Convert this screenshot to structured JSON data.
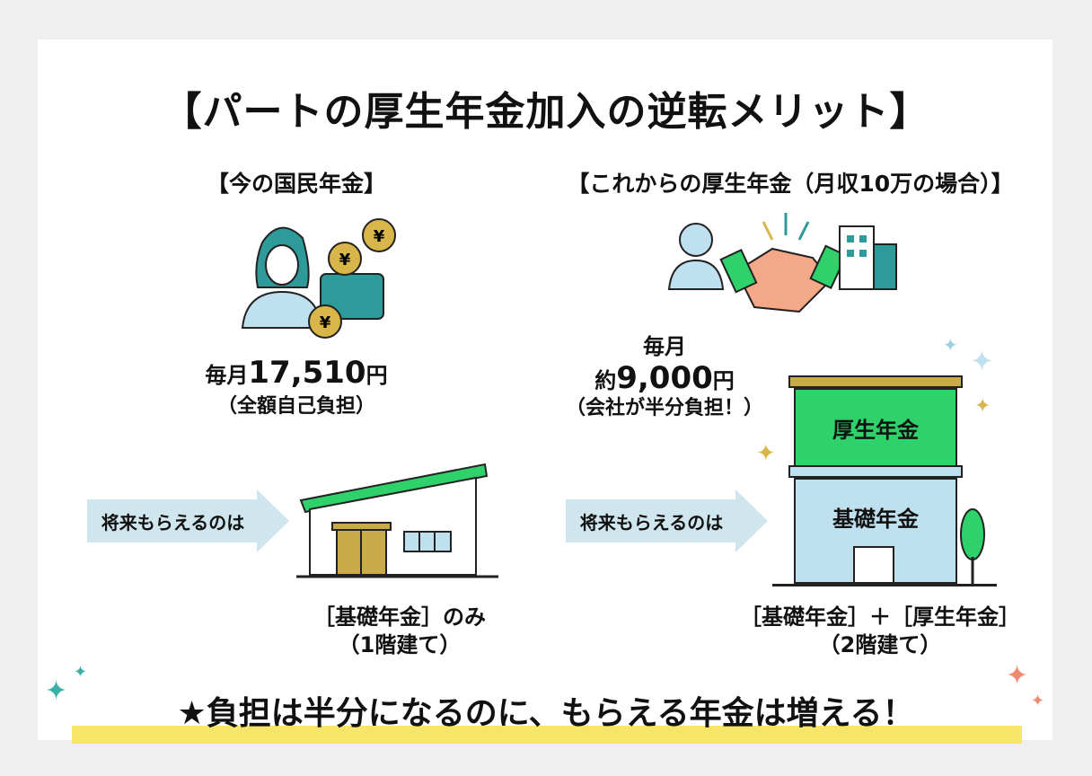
{
  "title": "【パートの厚生年金加入の逆転メリット】",
  "left": {
    "heading": "【今の国民年金】",
    "amount_prefix": "毎月",
    "amount": "17,510",
    "amount_suffix": "円",
    "note": "（全額自己負担）",
    "arrow_label": "将来もらえるのは",
    "caption_line1": "［基礎年金］のみ",
    "caption_line2": "（1階建て）"
  },
  "right": {
    "heading": "【これからの厚生年金（月収10万の場合）】",
    "amount_line1": "毎月",
    "amount_prefix": "約",
    "amount": "9,000",
    "amount_suffix": "円",
    "note": "（会社が半分負担！）",
    "arrow_label": "将来もらえるのは",
    "floor2": "厚生年金",
    "floor1": "基礎年金",
    "caption_line1": "［基礎年金］＋［厚生年金］",
    "caption_line2": "（2階建て）"
  },
  "banner": "★負担は半分になるのに、もらえる年金は増える！",
  "colors": {
    "green": "#2ed16a",
    "blue": "#bfe0ee",
    "teal": "#2f9a9a",
    "gold": "#d8b64a",
    "yellow": "#f5e66a"
  }
}
